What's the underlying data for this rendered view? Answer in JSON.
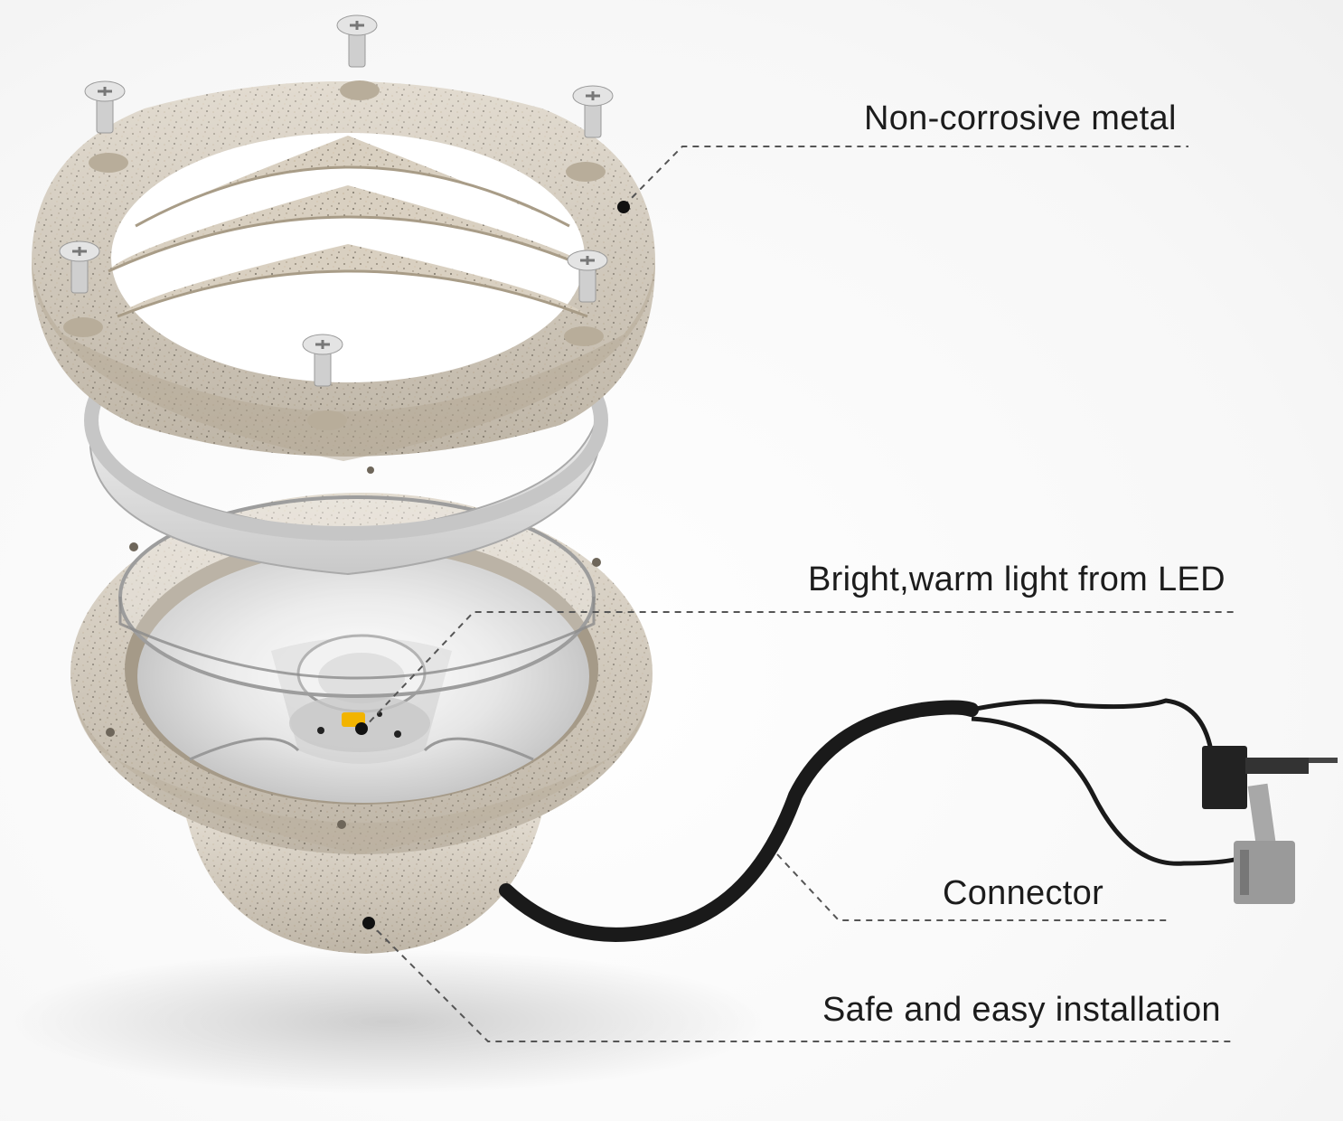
{
  "callouts": {
    "metal": "Non-corrosive metal",
    "led": "Bright,warm light from LED",
    "connector": "Connector",
    "install": "Safe and easy installation"
  },
  "colors": {
    "stone": "#d8cfc0",
    "stone_dark": "#b9ae9c",
    "gasket": "#dedede",
    "cable": "#1a1a1a",
    "connector_gray": "#9a9a9a",
    "led": "#f2b400",
    "leader": "#555555"
  },
  "icons": {
    "screw": "phillips-screw-icon"
  }
}
